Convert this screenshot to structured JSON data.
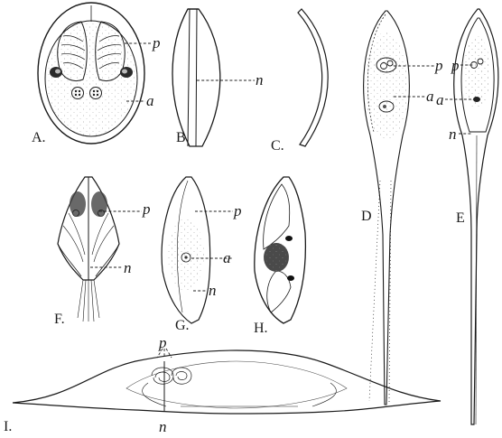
{
  "figures": {
    "A": {
      "letter": "A.",
      "labels": [
        "p",
        "a"
      ]
    },
    "B": {
      "letter": "B.",
      "labels": [
        "n"
      ]
    },
    "C": {
      "letter": "C."
    },
    "D": {
      "letter": "D",
      "labels": [
        "p",
        "a"
      ]
    },
    "E": {
      "letter": "E",
      "labels": [
        "p",
        "a",
        "n"
      ]
    },
    "F": {
      "letter": "F.",
      "labels": [
        "p",
        "n"
      ]
    },
    "G": {
      "letter": "G.",
      "labels": [
        "p",
        "a",
        "n"
      ]
    },
    "H": {
      "letter": "H."
    },
    "I": {
      "letter": "I.",
      "labels": [
        "p",
        "n"
      ]
    }
  }
}
